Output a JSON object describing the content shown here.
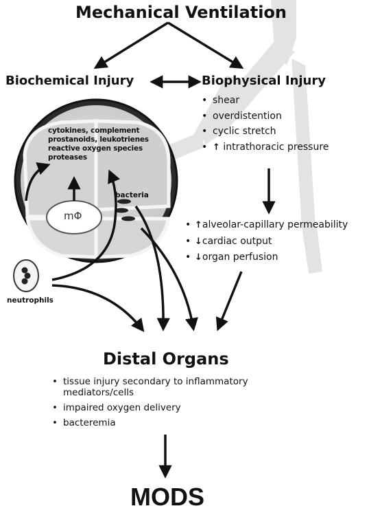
{
  "title": "Mechanical Ventilation",
  "biochemical": "Biochemical Injury",
  "biophysical": "Biophysical Injury",
  "biophysical_items": [
    "shear",
    "overdistention",
    "cyclic stretch",
    "intrathoracic pressure"
  ],
  "biophysical_arrow": "↑",
  "cell_mediators": [
    "cytokines, complement",
    "prostanoids, leukotrienes",
    "reactive oxygen species",
    "proteases"
  ],
  "macrophage": "mΦ",
  "bacteria": "bacteria",
  "neutrophils": "neutrophils",
  "physiologic_effects": [
    {
      "arrow": "↑",
      "text": "alveolar-capillary permeability"
    },
    {
      "arrow": "↓",
      "text": "cardiac output"
    },
    {
      "arrow": "↓",
      "text": "organ perfusion"
    }
  ],
  "distal_organs": "Distal Organs",
  "distal_items": [
    "tissue injury secondary to inflammatory mediators/cells",
    "impaired oxygen delivery",
    "bacteremia"
  ],
  "outcome": "MODS"
}
